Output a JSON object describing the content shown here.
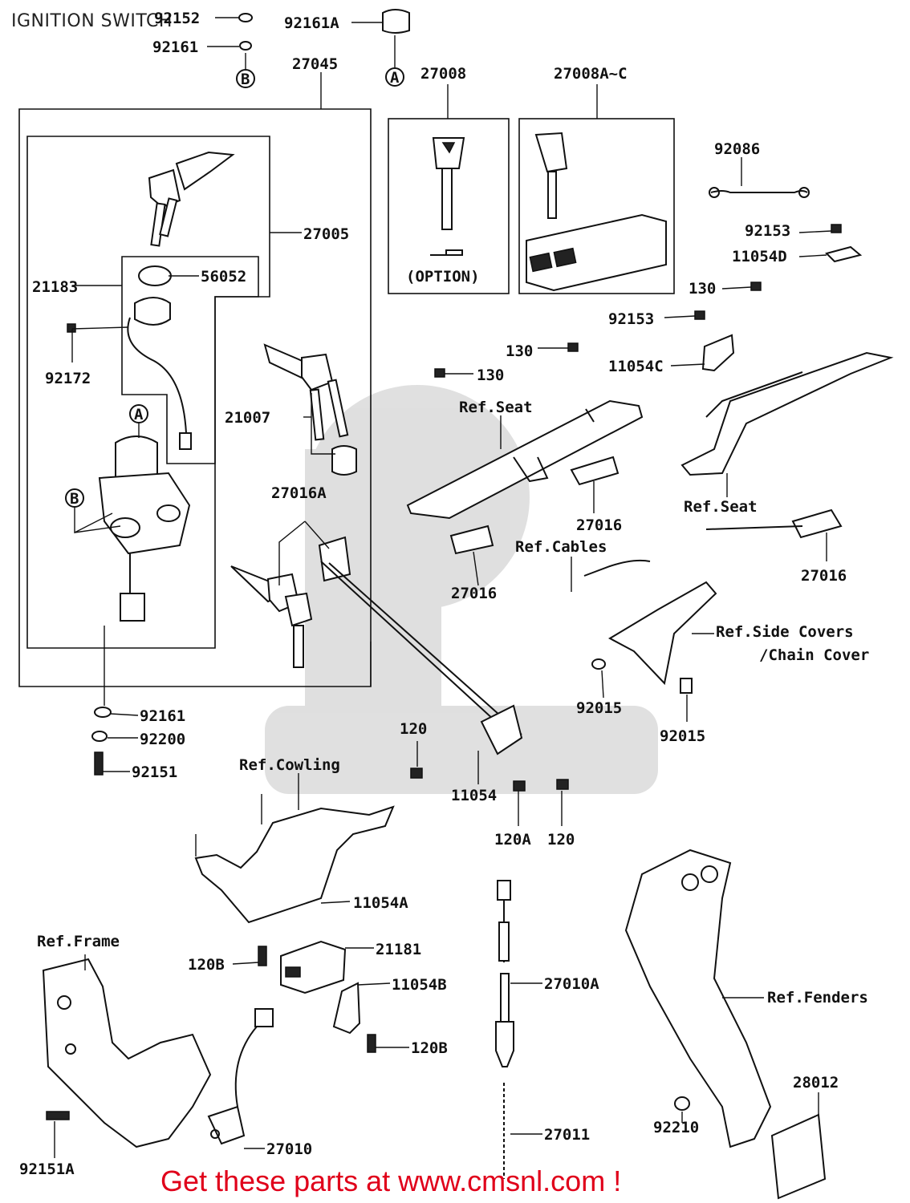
{
  "title": "IGNITION SWITCH",
  "footer": "Get these parts at www.cmsnl.com !",
  "option_label": "(OPTION)",
  "callouts": {
    "A": "A",
    "B": "B"
  },
  "parts": {
    "p92152": "92152",
    "p92161A": "92161A",
    "p92161_top": "92161",
    "p27045": "27045",
    "p27008": "27008",
    "p27008AC": "27008A~C",
    "p27005": "27005",
    "p21183": "21183",
    "p56052": "56052",
    "p92172": "92172",
    "p21007": "21007",
    "p27016A": "27016A",
    "p92086": "92086",
    "p92153_a": "92153",
    "p11054D": "11054D",
    "p130_a": "130",
    "p92153_b": "92153",
    "p130_b": "130",
    "p11054C": "11054C",
    "p130_c": "130",
    "p27016_a": "27016",
    "p27016_b": "27016",
    "p27016_c": "27016",
    "p92015_a": "92015",
    "p92015_b": "92015",
    "p120_a": "120",
    "p11054": "11054",
    "p120A": "120A",
    "p120_b": "120",
    "p92161_b": "92161",
    "p92200": "92200",
    "p92151": "92151",
    "p11054A": "11054A",
    "p21181": "21181",
    "p120B_a": "120B",
    "p11054B": "11054B",
    "p120B_b": "120B",
    "p27010A": "27010A",
    "p27010": "27010",
    "p27011": "27011",
    "p92151A": "92151A",
    "p92210": "92210",
    "p28012": "28012"
  },
  "refs": {
    "seat_a": "Ref.Seat",
    "seat_b": "Ref.Seat",
    "cables": "Ref.Cables",
    "side_covers_1": "Ref.Side Covers",
    "side_covers_2": "/Chain Cover",
    "cowling": "Ref.Cowling",
    "frame": "Ref.Frame",
    "fenders": "Ref.Fenders"
  },
  "colors": {
    "footer": "#e0001a",
    "line": "#111111"
  }
}
